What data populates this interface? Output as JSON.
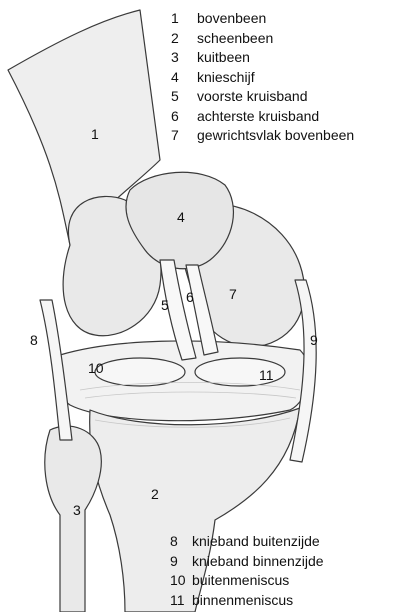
{
  "legend_top": [
    {
      "num": "1",
      "text": "bovenbeen"
    },
    {
      "num": "2",
      "text": "scheenbeen"
    },
    {
      "num": "3",
      "text": "kuitbeen"
    },
    {
      "num": "4",
      "text": "knieschijf"
    },
    {
      "num": "5",
      "text": "voorste kruisband"
    },
    {
      "num": "6",
      "text": "achterste kruisband"
    },
    {
      "num": "7",
      "text": "gewrichtsvlak bovenbeen"
    }
  ],
  "legend_bottom": [
    {
      "num": "8",
      "text": "knieband buitenzijde"
    },
    {
      "num": "9",
      "text": "knieband binnenzijde"
    },
    {
      "num": "10",
      "text": "buitenmeniscus"
    },
    {
      "num": "11",
      "text": "binnenmeniscus"
    }
  ],
  "figure_labels": [
    "1",
    "2",
    "3",
    "4",
    "5",
    "6",
    "7",
    "8",
    "9",
    "10",
    "11"
  ],
  "colors": {
    "bone_light": "#f4f4f4",
    "bone_shade": "#d9d9d9",
    "outline": "#3a3a3a"
  }
}
